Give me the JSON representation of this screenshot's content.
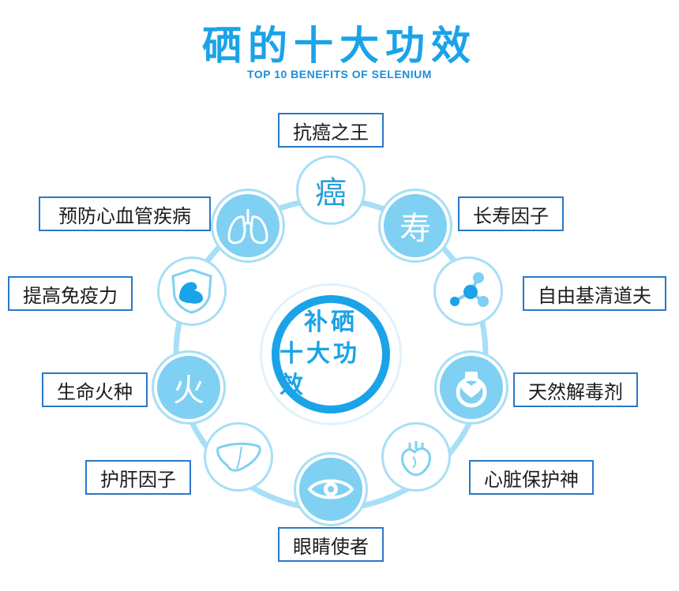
{
  "header": {
    "title": "硒的十大功效",
    "subtitle": "TOP 10 BENEFITS OF SELENIUM"
  },
  "center": {
    "line1": "补硒",
    "line2": "十大功效"
  },
  "benefits": [
    {
      "label": "抗癌之王",
      "icon": "cancer-char",
      "glyph": "癌"
    },
    {
      "label": "长寿因子",
      "icon": "longevity-char",
      "glyph": "寿"
    },
    {
      "label": "自由基清道夫",
      "icon": "molecule-icon"
    },
    {
      "label": "天然解毒剂",
      "icon": "heart-ring-icon"
    },
    {
      "label": "心脏保护神",
      "icon": "heart-organ-icon"
    },
    {
      "label": "眼睛使者",
      "icon": "eye-icon"
    },
    {
      "label": "护肝因子",
      "icon": "liver-icon"
    },
    {
      "label": "生命火种",
      "icon": "fire-char",
      "glyph": "火"
    },
    {
      "label": "提高免疫力",
      "icon": "muscle-shield-icon"
    },
    {
      "label": "预防心血管疾病",
      "icon": "lungs-icon"
    }
  ],
  "colors": {
    "accent": "#1aa3e8",
    "ring": "#a7dff6",
    "node_fill": "#7fd0f2",
    "label_border": "#2b78c8"
  }
}
